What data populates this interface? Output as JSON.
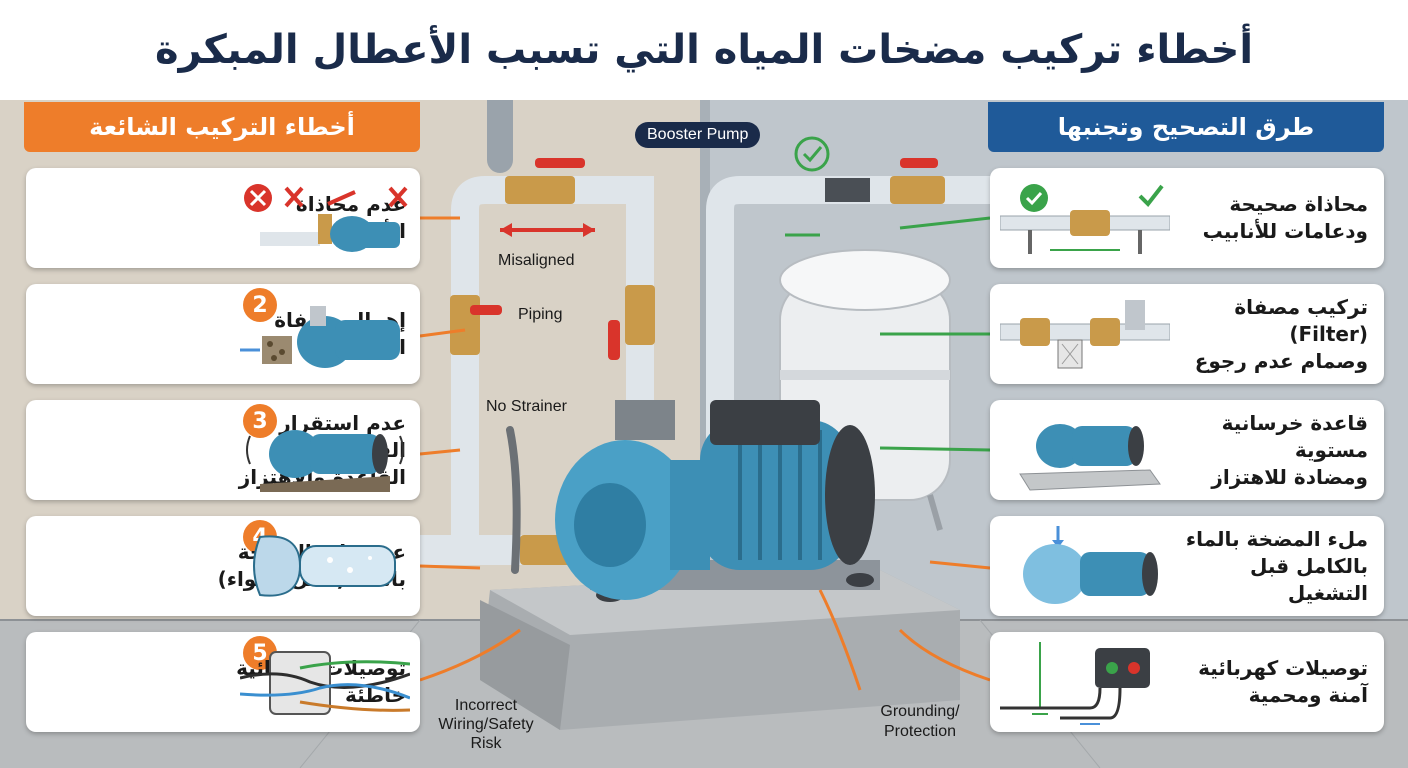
{
  "title": "أخطاء تركيب مضخات المياه التي تسبب الأعطال المبكرة",
  "left_header": "أخطاء التركيب الشائعة",
  "right_header": "طرق التصحيح وتجنبها",
  "mistakes": [
    {
      "number": "",
      "line1": "عدم محاذاة",
      "line2": "الأنابيب",
      "icon": "misaligned-pipes-icon"
    },
    {
      "number": "2",
      "line1": "إهمال مصفاة",
      "line2": "المدخل",
      "icon": "clogged-inlet-icon"
    },
    {
      "number": "3",
      "line1": "عدم استقرار القاعدة",
      "line2": "القاعدة والاهتزاز",
      "icon": "vibrating-pump-icon"
    },
    {
      "number": "4",
      "line1": "عدم ملء المضخة",
      "line2": "بالماء (قفل الهواء)",
      "icon": "air-lock-icon"
    },
    {
      "number": "5",
      "line1": "توصيلات كهربائية",
      "line2": "خاطئة",
      "icon": "bad-wiring-icon"
    }
  ],
  "fixes": [
    {
      "line1": "محاذاة صحيحة",
      "line2": "ودعامات للأنابيب",
      "icon": "aligned-pipes-icon"
    },
    {
      "line1": "تركيب مصفاة (Filter)",
      "line2": "وصمام عدم رجوع",
      "icon": "strainer-valve-icon"
    },
    {
      "line1": "قاعدة خرسانية مستوية",
      "line2": "ومضادة للاهتزاز",
      "icon": "stable-base-icon"
    },
    {
      "line1": "ملء المضخة بالماء",
      "line2": "بالكامل قبل التشغيل",
      "icon": "priming-pump-icon"
    },
    {
      "line1": "توصيلات كهربائية",
      "line2": "آمنة ومحمية",
      "icon": "safe-wiring-icon"
    }
  ],
  "center_labels": {
    "booster_pump": "Booster Pump",
    "misaligned": "Misaligned",
    "piping": "Piping",
    "no_strainer": "No Strainer",
    "incorrect_wiring_1": "Incorrect",
    "incorrect_wiring_2": "Wiring/Safety",
    "incorrect_wiring_3": "Risk",
    "grounding_1": "Grounding/",
    "grounding_2": "Protection"
  },
  "colors": {
    "accent_orange": "#ee7d2a",
    "accent_blue": "#1f5a99",
    "title_navy": "#1a2b4a",
    "pump_blue": "#3d8fb5",
    "error_red": "#d9342b",
    "ok_green": "#3aa34a"
  }
}
